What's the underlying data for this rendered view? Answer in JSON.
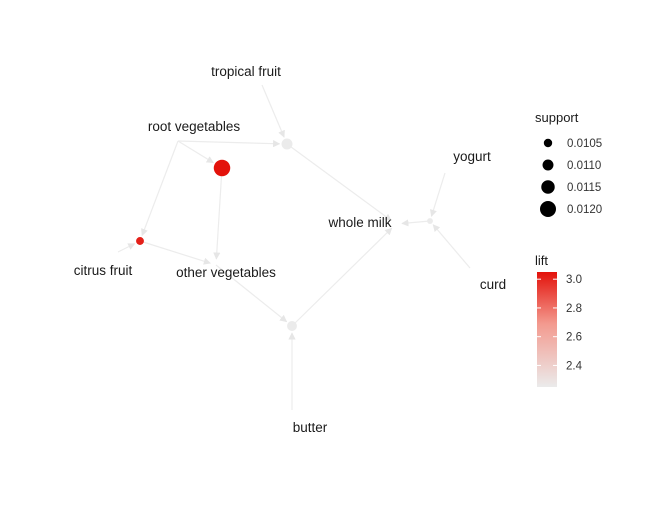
{
  "graph": {
    "items": [
      {
        "id": "tropical_fruit",
        "label": "tropical fruit"
      },
      {
        "id": "root_vegetables",
        "label": "root vegetables"
      },
      {
        "id": "yogurt",
        "label": "yogurt"
      },
      {
        "id": "whole_milk",
        "label": "whole milk"
      },
      {
        "id": "citrus_fruit",
        "label": "citrus fruit"
      },
      {
        "id": "other_vegetables",
        "label": "other vegetables"
      },
      {
        "id": "curd",
        "label": "curd"
      },
      {
        "id": "butter",
        "label": "butter"
      }
    ],
    "rules": [
      {
        "id": "r1",
        "support": 0.011,
        "lift": 2.25,
        "lhs": [
          "tropical_fruit",
          "root_vegetables"
        ],
        "rhs": "whole_milk"
      },
      {
        "id": "r2",
        "support": 0.0121,
        "lift": 3.05,
        "lhs": [
          "root_vegetables"
        ],
        "rhs": "other_vegetables"
      },
      {
        "id": "r3",
        "support": 0.0104,
        "lift": 3.0,
        "lhs": [
          "root_vegetables",
          "citrus_fruit"
        ],
        "rhs": "other_vegetables"
      },
      {
        "id": "r4",
        "support": 0.0108,
        "lift": 2.25,
        "lhs": [
          "other_vegetables",
          "butter"
        ],
        "rhs": "whole_milk"
      },
      {
        "id": "r5",
        "support": 0.01,
        "lift": 2.25,
        "lhs": [
          "yogurt",
          "curd"
        ],
        "rhs": "whole_milk"
      }
    ]
  },
  "legend": {
    "support": {
      "title": "support",
      "values": [
        0.0105,
        0.011,
        0.0115,
        0.012
      ],
      "labels": [
        "0.0105",
        "0.0110",
        "0.0115",
        "0.0120"
      ]
    },
    "lift": {
      "title": "lift",
      "ticks": [
        2.4,
        2.6,
        2.8,
        3.0
      ],
      "labels": [
        "2.4",
        "2.6",
        "2.8",
        "3.0"
      ],
      "range": [
        2.25,
        3.05
      ],
      "color_low": "#ebebeb",
      "color_high": "#e3120b"
    }
  },
  "colors": {
    "edge": "#ececec",
    "label": "#1a1a1a"
  }
}
